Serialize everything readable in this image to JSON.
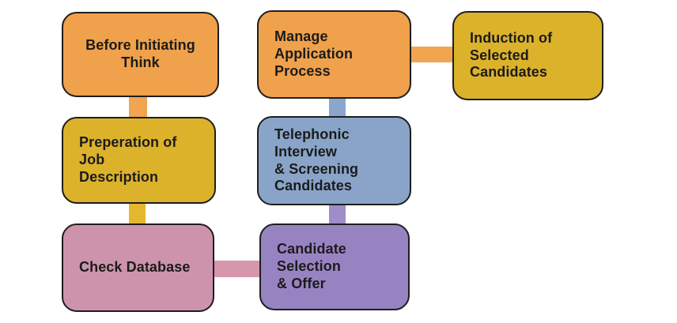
{
  "diagram": {
    "type": "flowchart",
    "background": "#ffffff",
    "border_color": "#1e1e1e",
    "text_color": "#1b1b1b"
  },
  "nodes": {
    "before_initiating": {
      "label": "Before Initiating\nThink",
      "fill": "#EFA14B"
    },
    "manage_application": {
      "label": "Manage Application\nProcess",
      "fill": "#EFA14B"
    },
    "induction": {
      "label": "Induction of\nSelected Candidates",
      "fill": "#DCB22B"
    },
    "preperation": {
      "label": "Preperation of Job\nDescription",
      "fill": "#DCB22B"
    },
    "telephonic": {
      "label": "Telephonic Interview\n& Screening\nCandidates",
      "fill": "#89A4C8"
    },
    "check_database": {
      "label": "Check Database",
      "fill": "#CE93AC"
    },
    "candidate_selection": {
      "label": "Candidate Selection\n& Offer",
      "fill": "#9883C2"
    }
  },
  "connectors": {
    "before_to_preperation": {
      "color": "#F1A551",
      "orientation": "vertical"
    },
    "manage_to_induction": {
      "color": "#F1A551",
      "orientation": "horizontal"
    },
    "manage_to_telephonic": {
      "color": "#8BA6CC",
      "orientation": "vertical"
    },
    "preperation_to_check": {
      "color": "#E3B72E",
      "orientation": "vertical"
    },
    "telephonic_to_candidate": {
      "color": "#9F8DC7",
      "orientation": "vertical"
    },
    "check_to_candidate": {
      "color": "#D596AE",
      "orientation": "horizontal"
    }
  }
}
